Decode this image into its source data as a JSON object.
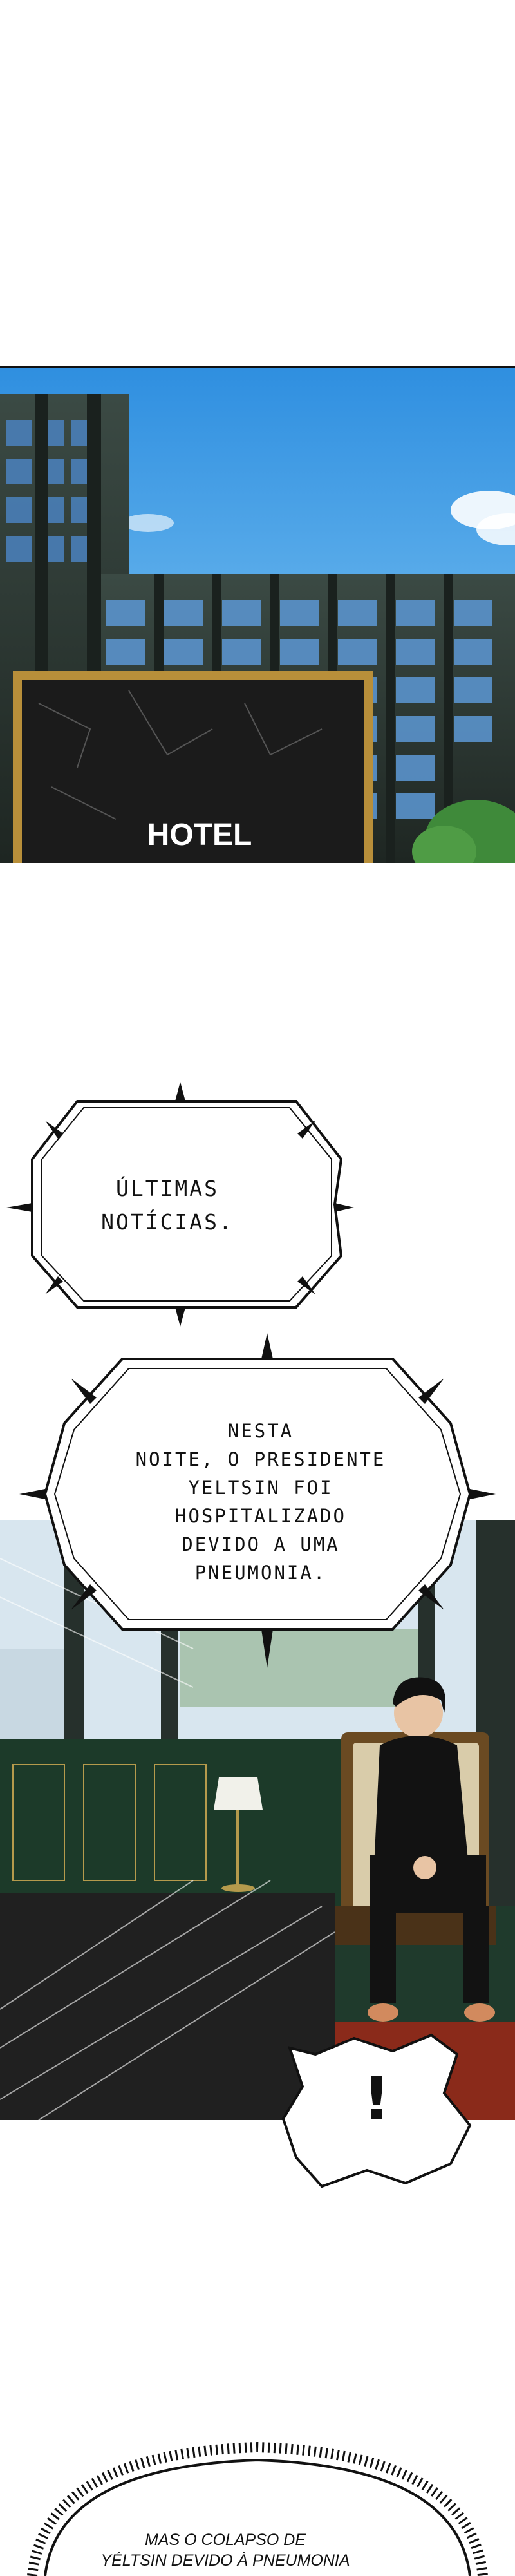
{
  "panels": {
    "hotel_sign": "HOTEL",
    "bubble_1": {
      "line1": "ÚLTIMAS",
      "line2": "NOTÍCIAS."
    },
    "bubble_2": {
      "line1": "NESTA",
      "line2": "NOITE, O PRESIDENTE",
      "line3": "YELTSIN FOI HOSPITALIZADO",
      "line4": "DEVIDO A UMA",
      "line5": "PNEUMONIA."
    },
    "bubble_3": "!",
    "bubble_4": {
      "line1": "MAS O COLAPSO DE",
      "line2": "YÉLTSIN DEVIDO À PNEUMONIA"
    }
  },
  "colors": {
    "sky": "#3aa0e8",
    "building": "#2c3a34",
    "room_wall": "#1f3a2c",
    "bubble_stroke": "#111111"
  }
}
